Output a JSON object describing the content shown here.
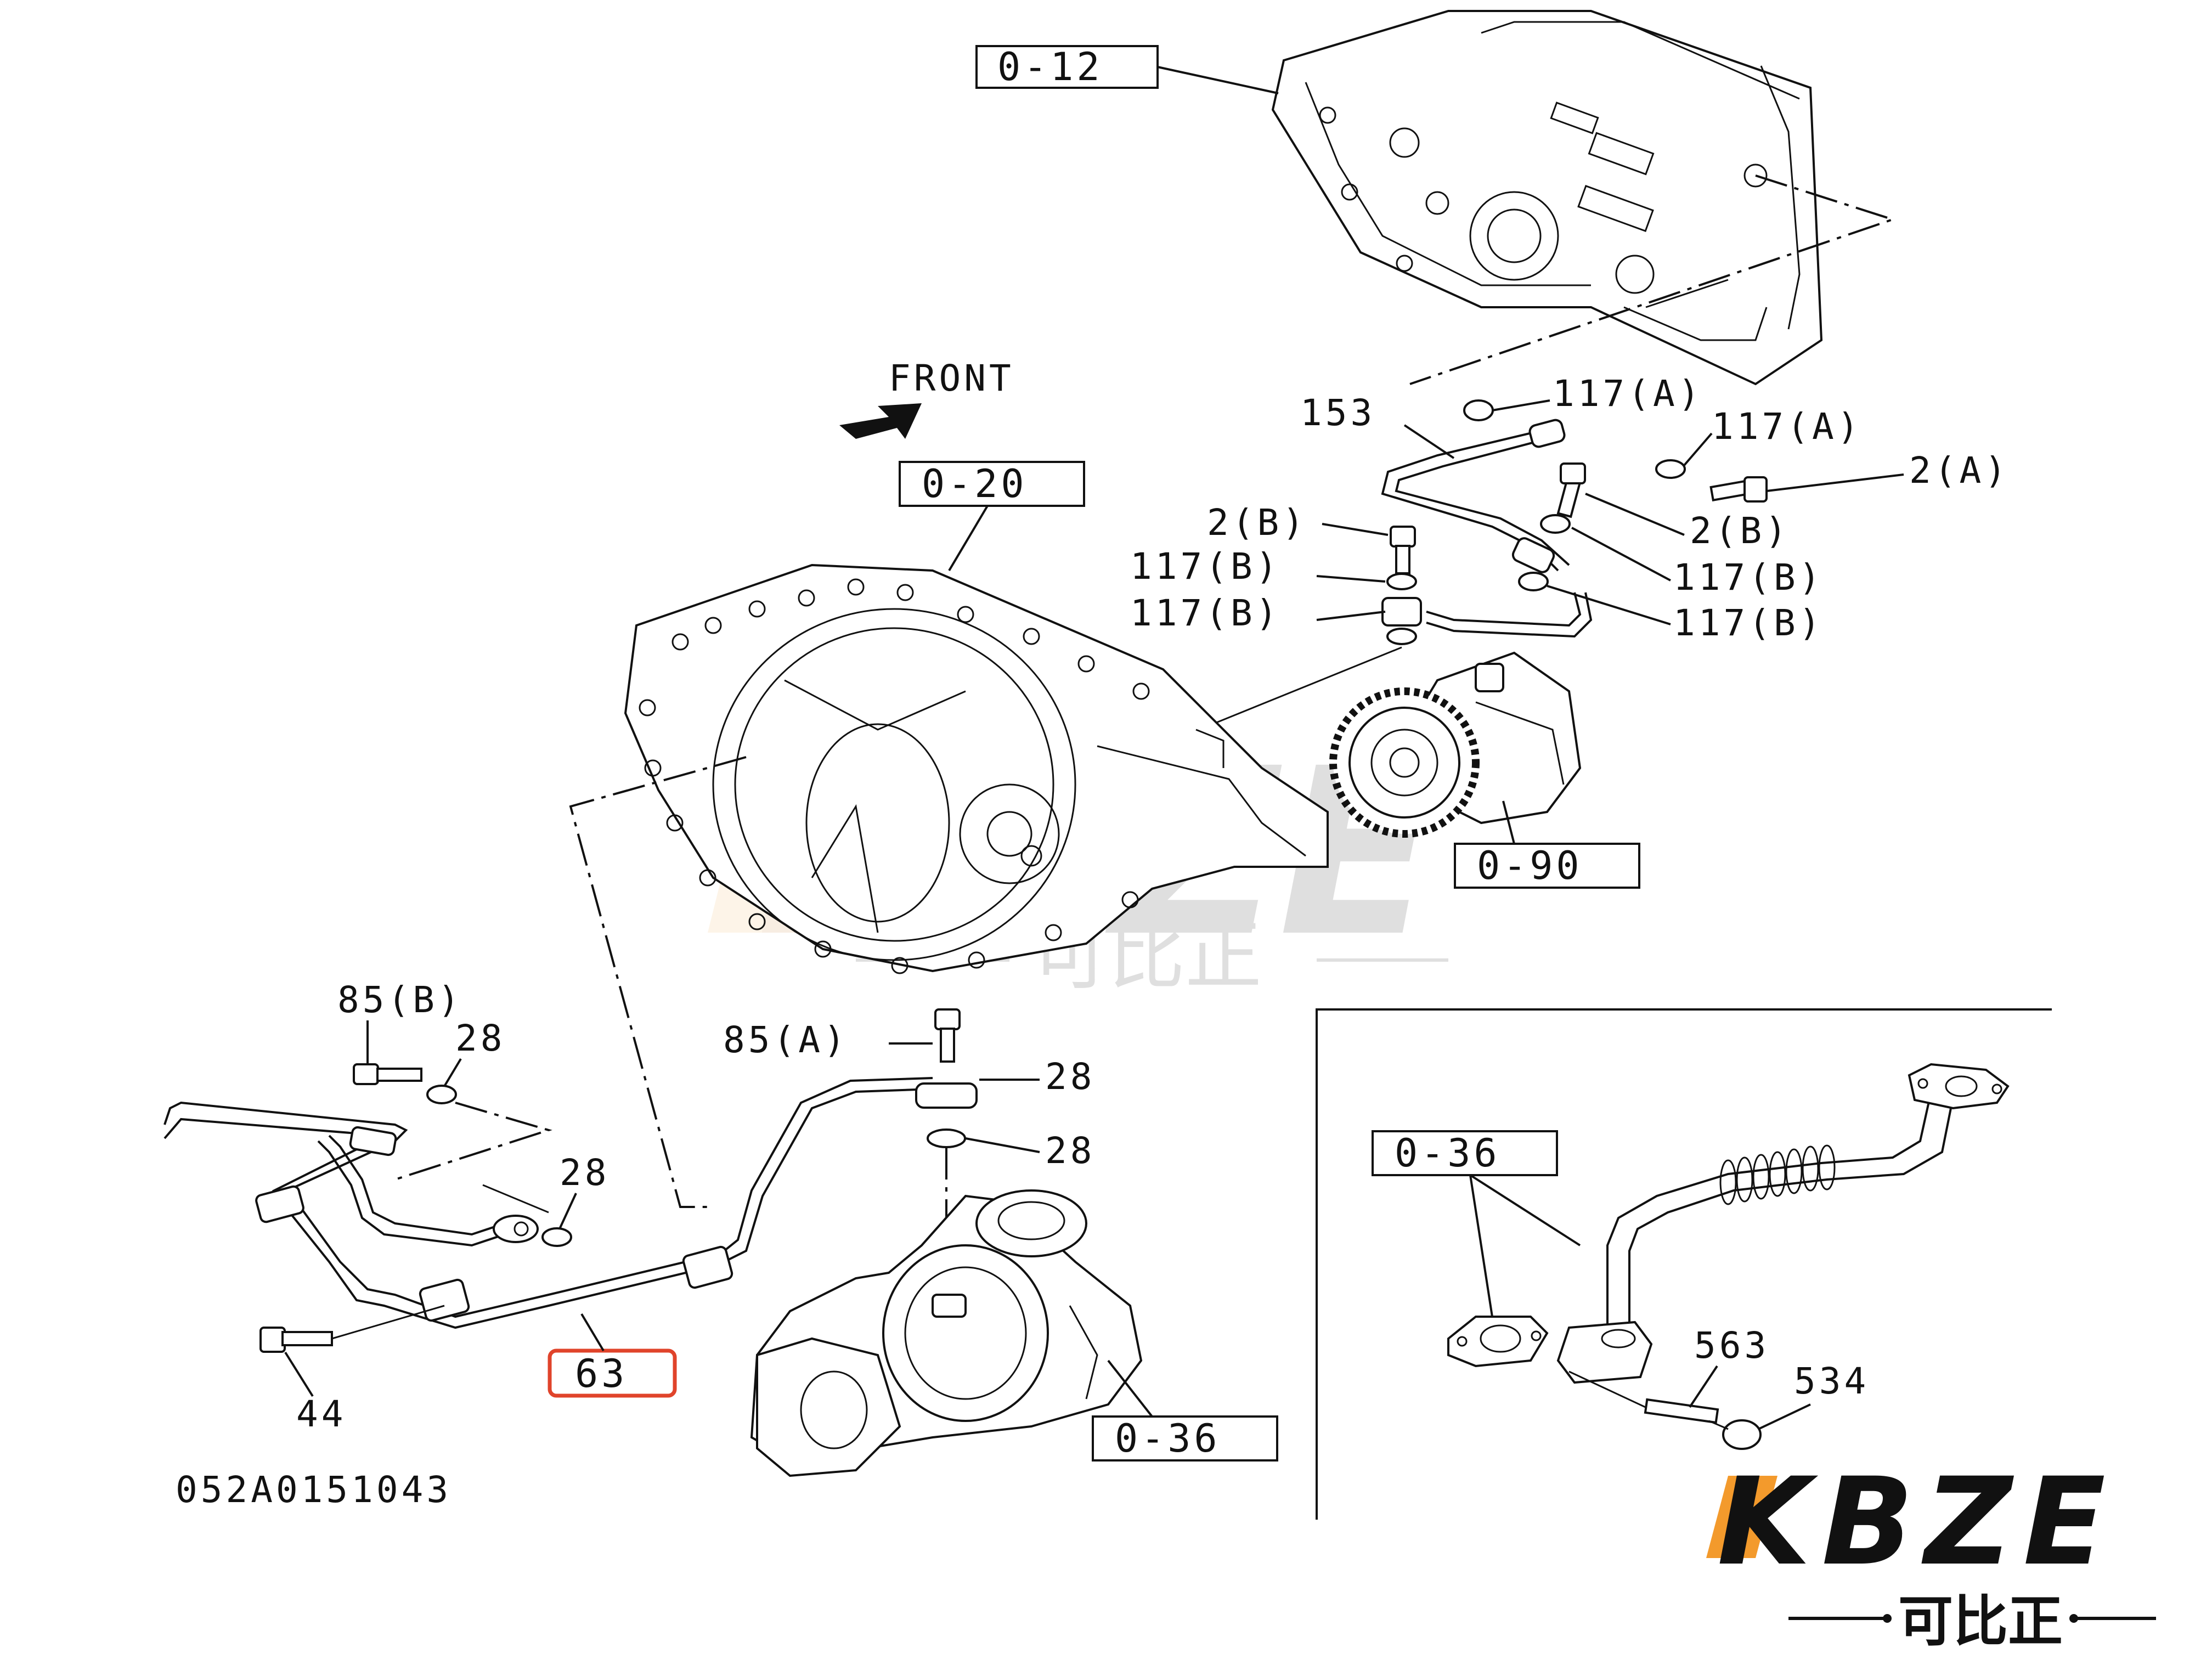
{
  "diagram": {
    "direction_label": "FRONT",
    "figure_code": "052A0151043",
    "callouts": {
      "ref_0_12": "0-12",
      "ref_0_20": "0-20",
      "ref_0_90": "0-90",
      "ref_0_36_main": "0-36",
      "ref_0_36_detail": "0-36",
      "p153": "153",
      "p117a_1": "117(A)",
      "p117a_2": "117(A)",
      "p2a": "2(A)",
      "p2b_left": "2(B)",
      "p2b_right": "2(B)",
      "p117b_l1": "117(B)",
      "p117b_l2": "117(B)",
      "p117b_r1": "117(B)",
      "p117b_r2": "117(B)",
      "p85b": "85(B)",
      "p28_a": "28",
      "p28_b": "28",
      "p85a": "85(A)",
      "p28_c": "28",
      "p28_d": "28",
      "p44": "44",
      "p63": "63",
      "p563": "563",
      "p534": "534"
    },
    "highlight_color": "#e0442b"
  },
  "watermark": {
    "brand": "KBZE",
    "chinese": "可比正"
  },
  "logo": {
    "brand": "KBZE",
    "chinese": "可比正",
    "colors": {
      "dark": "#111111",
      "accent": "#f39a2c"
    }
  }
}
